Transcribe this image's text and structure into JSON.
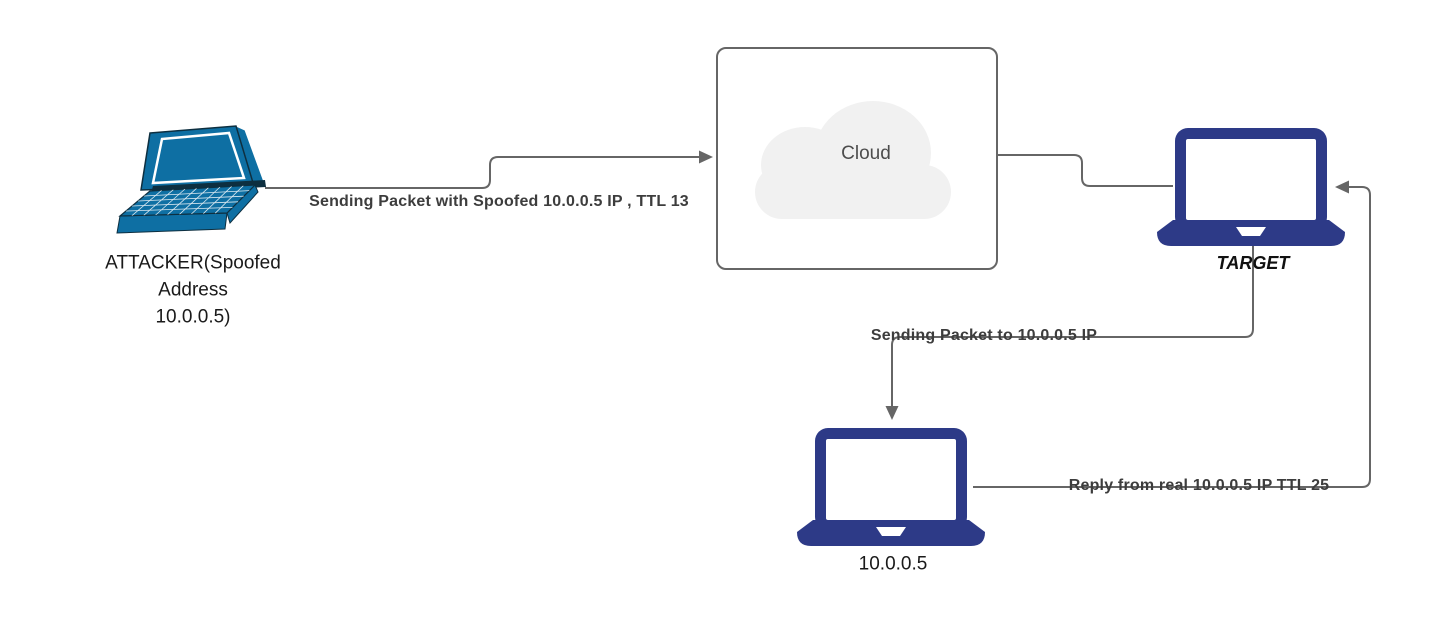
{
  "diagram": {
    "title": "IP spoofing packet flow diagram",
    "colors": {
      "attacker_laptop": "#0e6fa3",
      "attacker_laptop_outline": "#0d2f40",
      "navy_laptop": "#2d3a87",
      "connector": "#666666",
      "arrowhead": "#666666",
      "cloud_fill": "#f1f1f1",
      "cloud_box_border": "#666666",
      "edge_label_color": "#3d3d3d",
      "node_label_color": "#1a1a1a"
    },
    "nodes": {
      "attacker": {
        "label": "ATTACKER(Spoofed\nAddress\n10.0.0.5)",
        "icon": "laptop-3d-icon"
      },
      "cloud": {
        "label": "Cloud",
        "icon": "cloud-icon"
      },
      "target": {
        "label": "TARGET",
        "icon": "laptop-icon"
      },
      "real_host": {
        "label": "10.0.0.5",
        "icon": "laptop-icon"
      }
    },
    "edges": [
      {
        "from": "attacker",
        "to": "cloud",
        "label": "Sending Packet with Spoofed 10.0.0.5 IP , TTL 13"
      },
      {
        "from": "cloud",
        "to": "target",
        "label": ""
      },
      {
        "from": "target",
        "to": "real_host",
        "label": "Sending Packet to 10.0.0.5 IP"
      },
      {
        "from": "real_host",
        "to": "target",
        "label": "Reply from real 10.0.0.5 IP TTL 25"
      }
    ]
  }
}
